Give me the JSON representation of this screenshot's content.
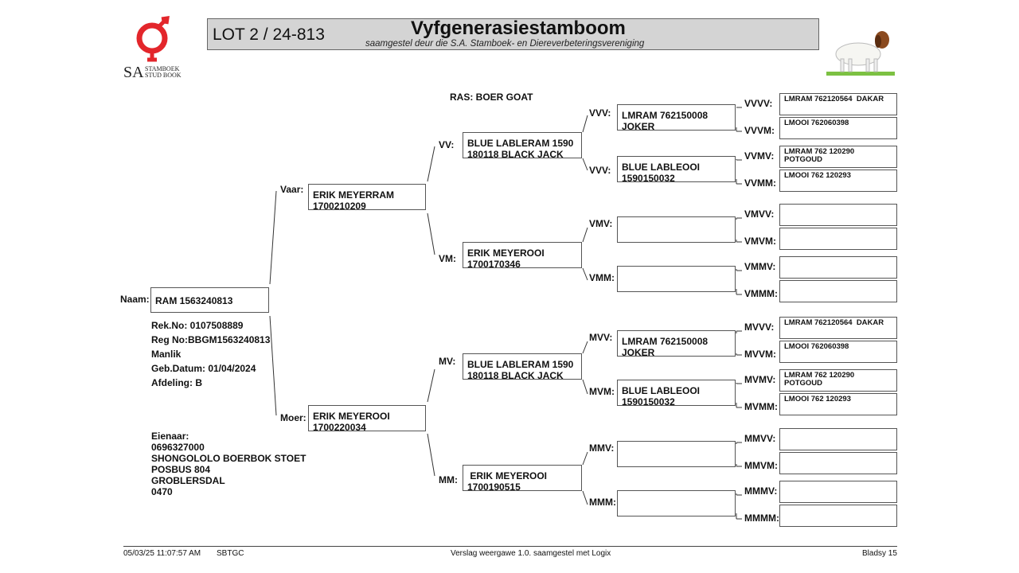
{
  "logo": {
    "text_sa": "SA",
    "text_line1": "STAMBOEK",
    "text_line2": "STUD BOOK",
    "color": "#e3262b"
  },
  "header": {
    "lot": "LOT 2 / 24-813",
    "title": "Vyfgenerasiestamboom",
    "subtitle": "saamgestel deur die S.A. Stamboek- en Diereverbeteringsvereniging"
  },
  "breed": "RAS: BOER GOAT",
  "animal": {
    "label": "Naam:",
    "name": "RAM 1563240813",
    "details": [
      "Rek.No: 0107508889",
      "Reg No:BBGM1563240813",
      "Manlik",
      "Geb.Datum: 01/04/2024",
      "Afdeling: B"
    ]
  },
  "owner": [
    "Eienaar:",
    "0696327000",
    "SHONGOLOLO BOERBOK STOET",
    "POSBUS 804",
    "GROBLERSDAL",
    "0470"
  ],
  "gen2": [
    {
      "label": "Vaar:",
      "lines": [
        "ERIK MEYERRAM",
        "1700210209"
      ]
    },
    {
      "label": "Moer:",
      "lines": [
        "ERIK MEYEROOI",
        "1700220034"
      ]
    }
  ],
  "gen3": [
    {
      "label": "VV:",
      "lines": [
        "BLUE LABLERAM 1590",
        "180118 BLACK JACK"
      ]
    },
    {
      "label": "VM:",
      "lines": [
        "ERIK MEYEROOI",
        "1700170346"
      ]
    },
    {
      "label": "MV:",
      "lines": [
        "BLUE LABLERAM 1590",
        "180118 BLACK JACK"
      ]
    },
    {
      "label": "MM:",
      "lines": [
        " ERIK MEYEROOI",
        "1700190515"
      ]
    }
  ],
  "gen4": [
    {
      "label": "VVV:",
      "lines": [
        "LMRAM 762150008",
        "JOKER"
      ]
    },
    {
      "label": "VVV:",
      "lines": [
        "BLUE LABLEOOI",
        "1590150032"
      ]
    },
    {
      "label": "VMV:",
      "lines": [
        "",
        ""
      ]
    },
    {
      "label": "VMM:",
      "lines": [
        "",
        ""
      ]
    },
    {
      "label": "MVV:",
      "lines": [
        "LMRAM 762150008",
        "JOKER"
      ]
    },
    {
      "label": "MVM:",
      "lines": [
        "BLUE LABLEOOI",
        "1590150032"
      ]
    },
    {
      "label": "MMV:",
      "lines": [
        "",
        ""
      ]
    },
    {
      "label": "MMM:",
      "lines": [
        "",
        ""
      ]
    }
  ],
  "gen5": [
    {
      "label": "VVVV:",
      "lines": [
        "LMRAM 762120564  DAKAR",
        ""
      ]
    },
    {
      "label": "VVVM:",
      "lines": [
        "LMOOI 762060398",
        ""
      ]
    },
    {
      "label": "VVMV:",
      "lines": [
        "LMRAM 762 120290",
        "POTGOUD"
      ]
    },
    {
      "label": "VVMM:",
      "lines": [
        "LMOOI 762 120293",
        ""
      ]
    },
    {
      "label": "VMVV:",
      "lines": [
        "",
        ""
      ]
    },
    {
      "label": "VMVM:",
      "lines": [
        "",
        ""
      ]
    },
    {
      "label": "VMMV:",
      "lines": [
        "",
        ""
      ]
    },
    {
      "label": "VMMM:",
      "lines": [
        "",
        ""
      ]
    },
    {
      "label": "MVVV:",
      "lines": [
        "LMRAM 762120564  DAKAR",
        ""
      ]
    },
    {
      "label": "MVVM:",
      "lines": [
        "LMOOI 762060398",
        ""
      ]
    },
    {
      "label": "MVMV:",
      "lines": [
        "LMRAM 762 120290",
        "POTGOUD"
      ]
    },
    {
      "label": "MVMM:",
      "lines": [
        "LMOOI 762 120293",
        ""
      ]
    },
    {
      "label": "MMVV:",
      "lines": [
        "",
        ""
      ]
    },
    {
      "label": "MMVM:",
      "lines": [
        "",
        ""
      ]
    },
    {
      "label": "MMMV:",
      "lines": [
        "",
        ""
      ]
    },
    {
      "label": "MMMM:",
      "lines": [
        "",
        ""
      ]
    }
  ],
  "footer": {
    "datetime": "05/03/25 11:07:57 AM",
    "code": "SBTGC",
    "report": "Verslag weergawe 1.0. saamgestel met Logix",
    "page": "Bladsy 15"
  }
}
